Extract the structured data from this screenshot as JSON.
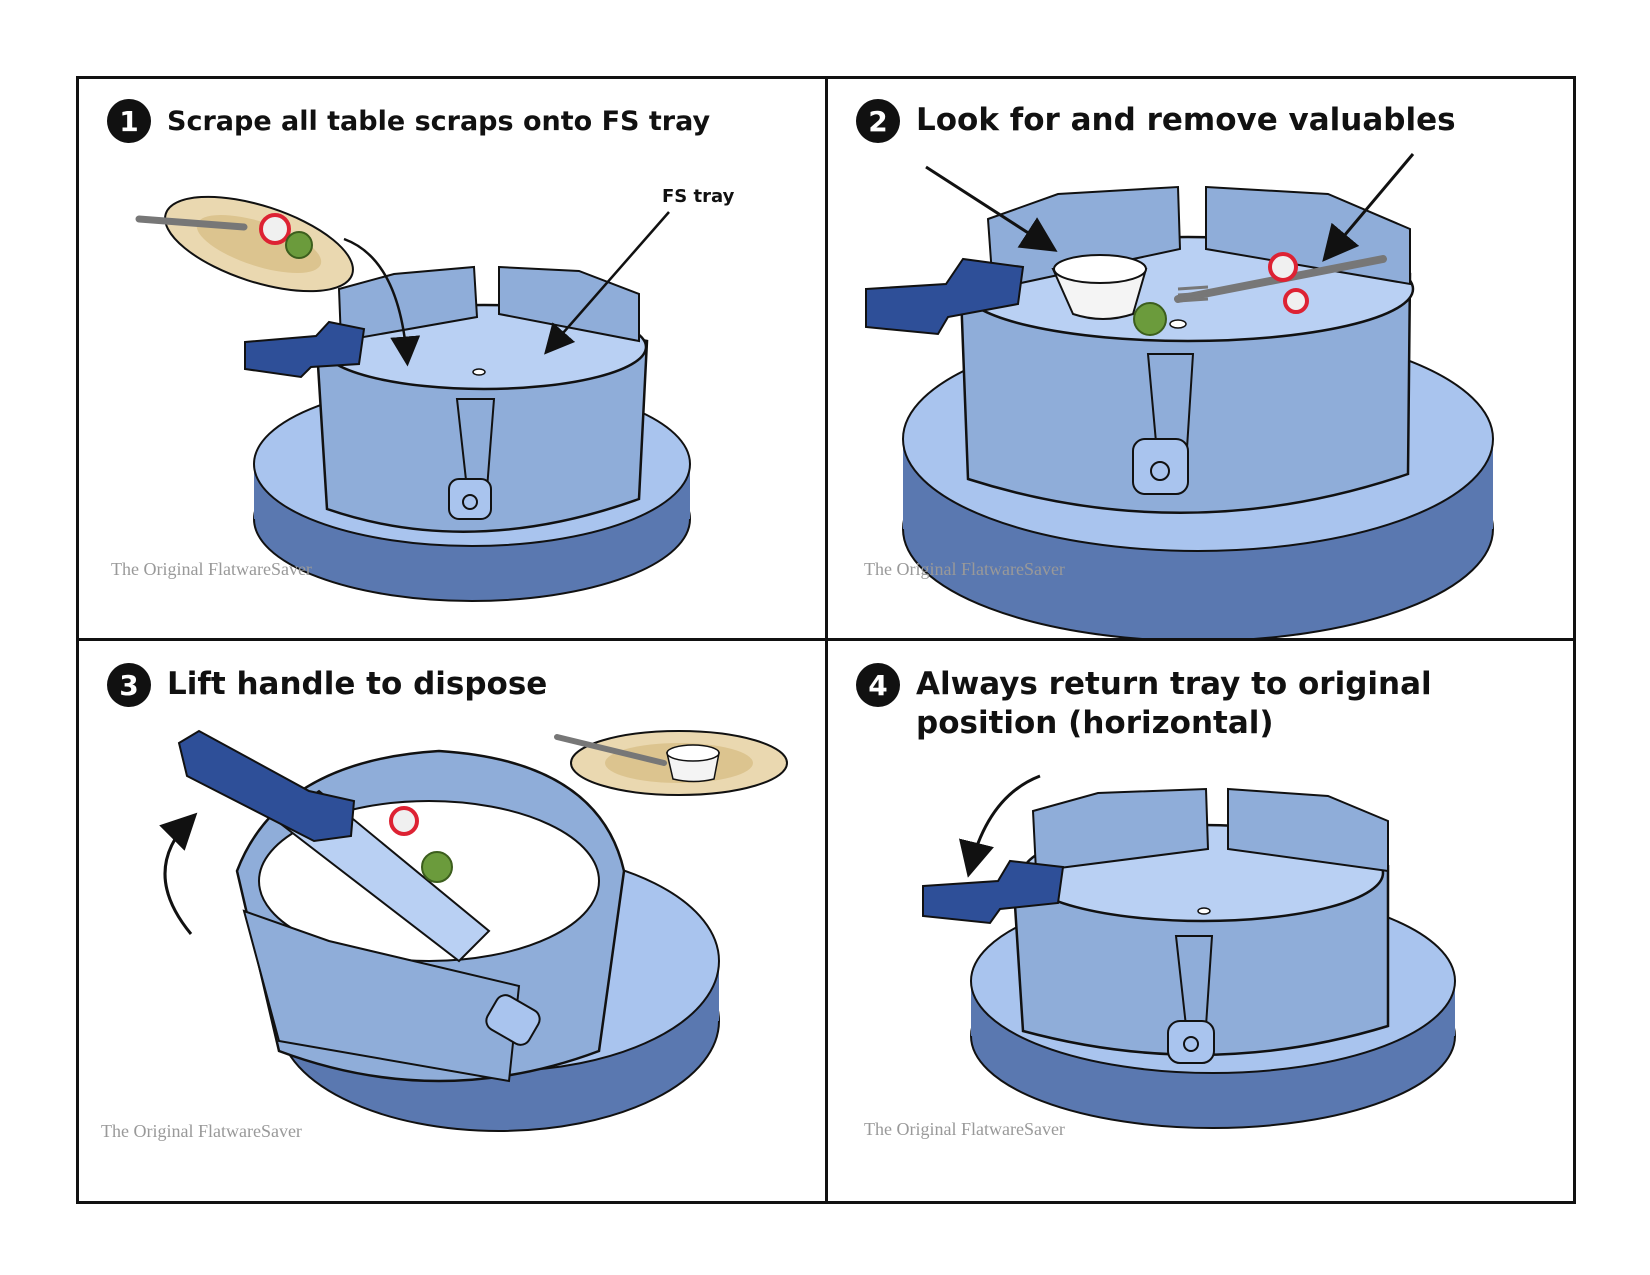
{
  "steps": [
    {
      "number": "1",
      "title": "Scrape all table scraps onto FS tray",
      "callout": "FS tray",
      "watermark": "The Original FlatwareSaver"
    },
    {
      "number": "2",
      "title": "Look for and remove valuables",
      "watermark": "The Original FlatwareSaver"
    },
    {
      "number": "3",
      "title": "Lift handle to dispose",
      "watermark": "The Original FlatwareSaver"
    },
    {
      "number": "4",
      "title": "Always return tray to original position (horizontal)",
      "watermark": "The Original FlatwareSaver"
    }
  ],
  "colors": {
    "base_top": "#a9c4ee",
    "base_side": "#5a78b0",
    "wall": "#8fadd9",
    "tray": "#b9d0f3",
    "handle": "#2e4f98",
    "plate": "#ead8b0",
    "outline": "#111111"
  }
}
